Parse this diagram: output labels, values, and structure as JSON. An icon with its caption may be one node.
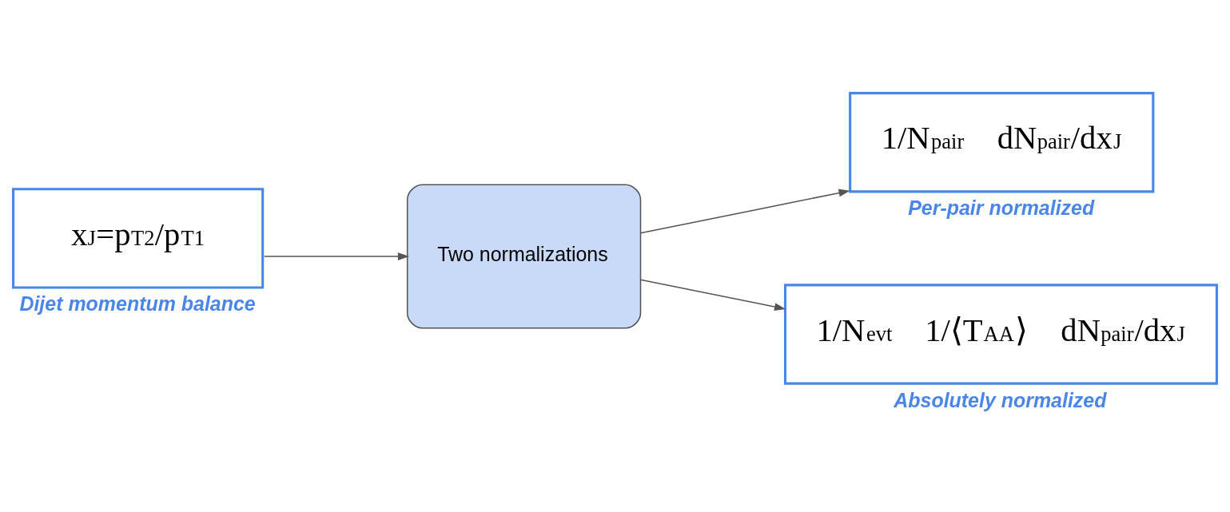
{
  "diagram": {
    "nodes": [
      {
        "text": [
          "x$_{J}$=p$_{T2}$/p$_{T1}$"
        ],
        "beside": [
          "Dijet momentum balance"
        ]
      },
      {
        "text": [
          "Two normalizations"
        ]
      },
      {
        "text": [
          "1/N$_{pair}$",
          "dN$_{pair}$/dx$_{J}$"
        ],
        "beside": [
          "Per-pair normalized"
        ]
      },
      {
        "text": [
          "1/N$_{evt}$",
          "1/⟨T$_{AA}$⟩",
          "dN$_{pair}$/dx$_{J}$"
        ],
        "beside": [
          "Absolutely normalized"
        ]
      }
    ],
    "edges": [
      {
        "from": 0,
        "to": 1,
        "arrow": "to"
      },
      {
        "from": 1,
        "to": 2,
        "arrow": "to"
      },
      {
        "from": 1,
        "to": 3,
        "arrow": "to"
      }
    ]
  }
}
